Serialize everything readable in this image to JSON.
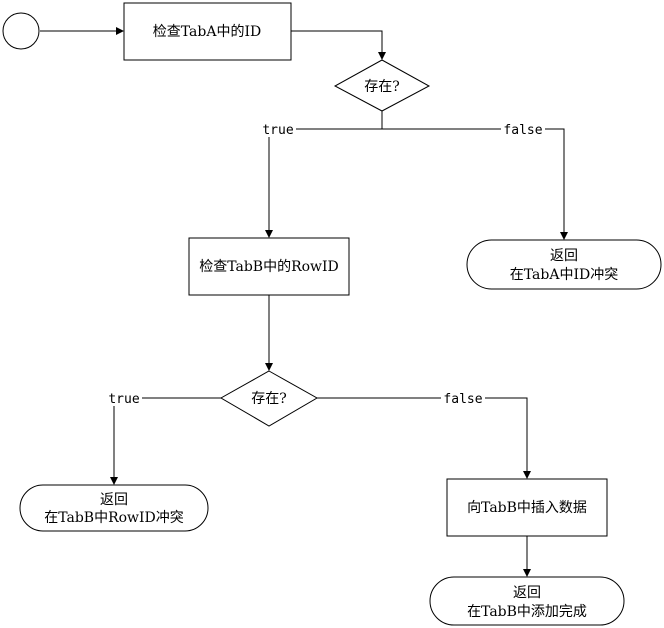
{
  "nodes": {
    "check_taba": "检查TabA中的ID",
    "exists_1": "存在?",
    "check_tabb": "检查TabB中的RowID",
    "exists_2": "存在?",
    "insert_tabb": "向TabB中插入数据",
    "return_taba_conflict": [
      "返回",
      "在TabA中ID冲突"
    ],
    "return_tabb_conflict": [
      "返回",
      "在TabB中RowID冲突"
    ],
    "return_done": [
      "返回",
      "在TabB中添加完成"
    ]
  },
  "edge_labels": {
    "exists_1_true": "true",
    "exists_1_false": "false",
    "exists_2_true": "true",
    "exists_2_false": "false"
  }
}
